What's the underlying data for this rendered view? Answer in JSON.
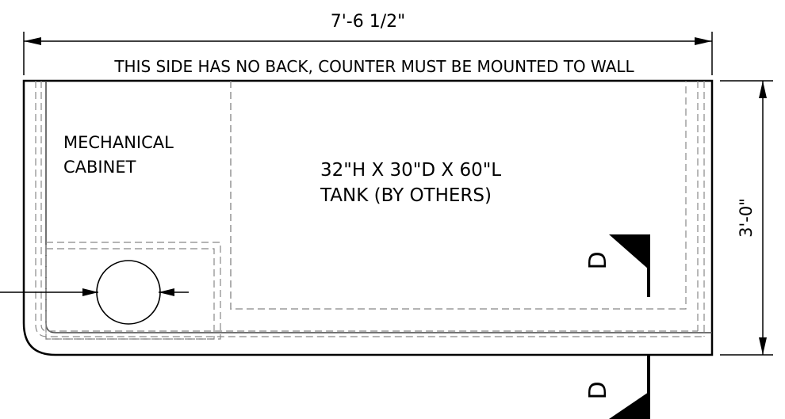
{
  "dimensions": {
    "overall_width": "7'-6 1/2\"",
    "overall_depth": "3'-0\""
  },
  "notes": {
    "back_side": "THIS SIDE HAS NO BACK, COUNTER MUST BE MOUNTED TO WALL",
    "cabinet_line1": "MECHANICAL",
    "cabinet_line2": "CABINET",
    "tank_line1": "32\"H X 30\"D X 60\"L",
    "tank_line2": "TANK (BY OTHERS)"
  },
  "section_markers": {
    "upper": "D",
    "lower": "D"
  }
}
